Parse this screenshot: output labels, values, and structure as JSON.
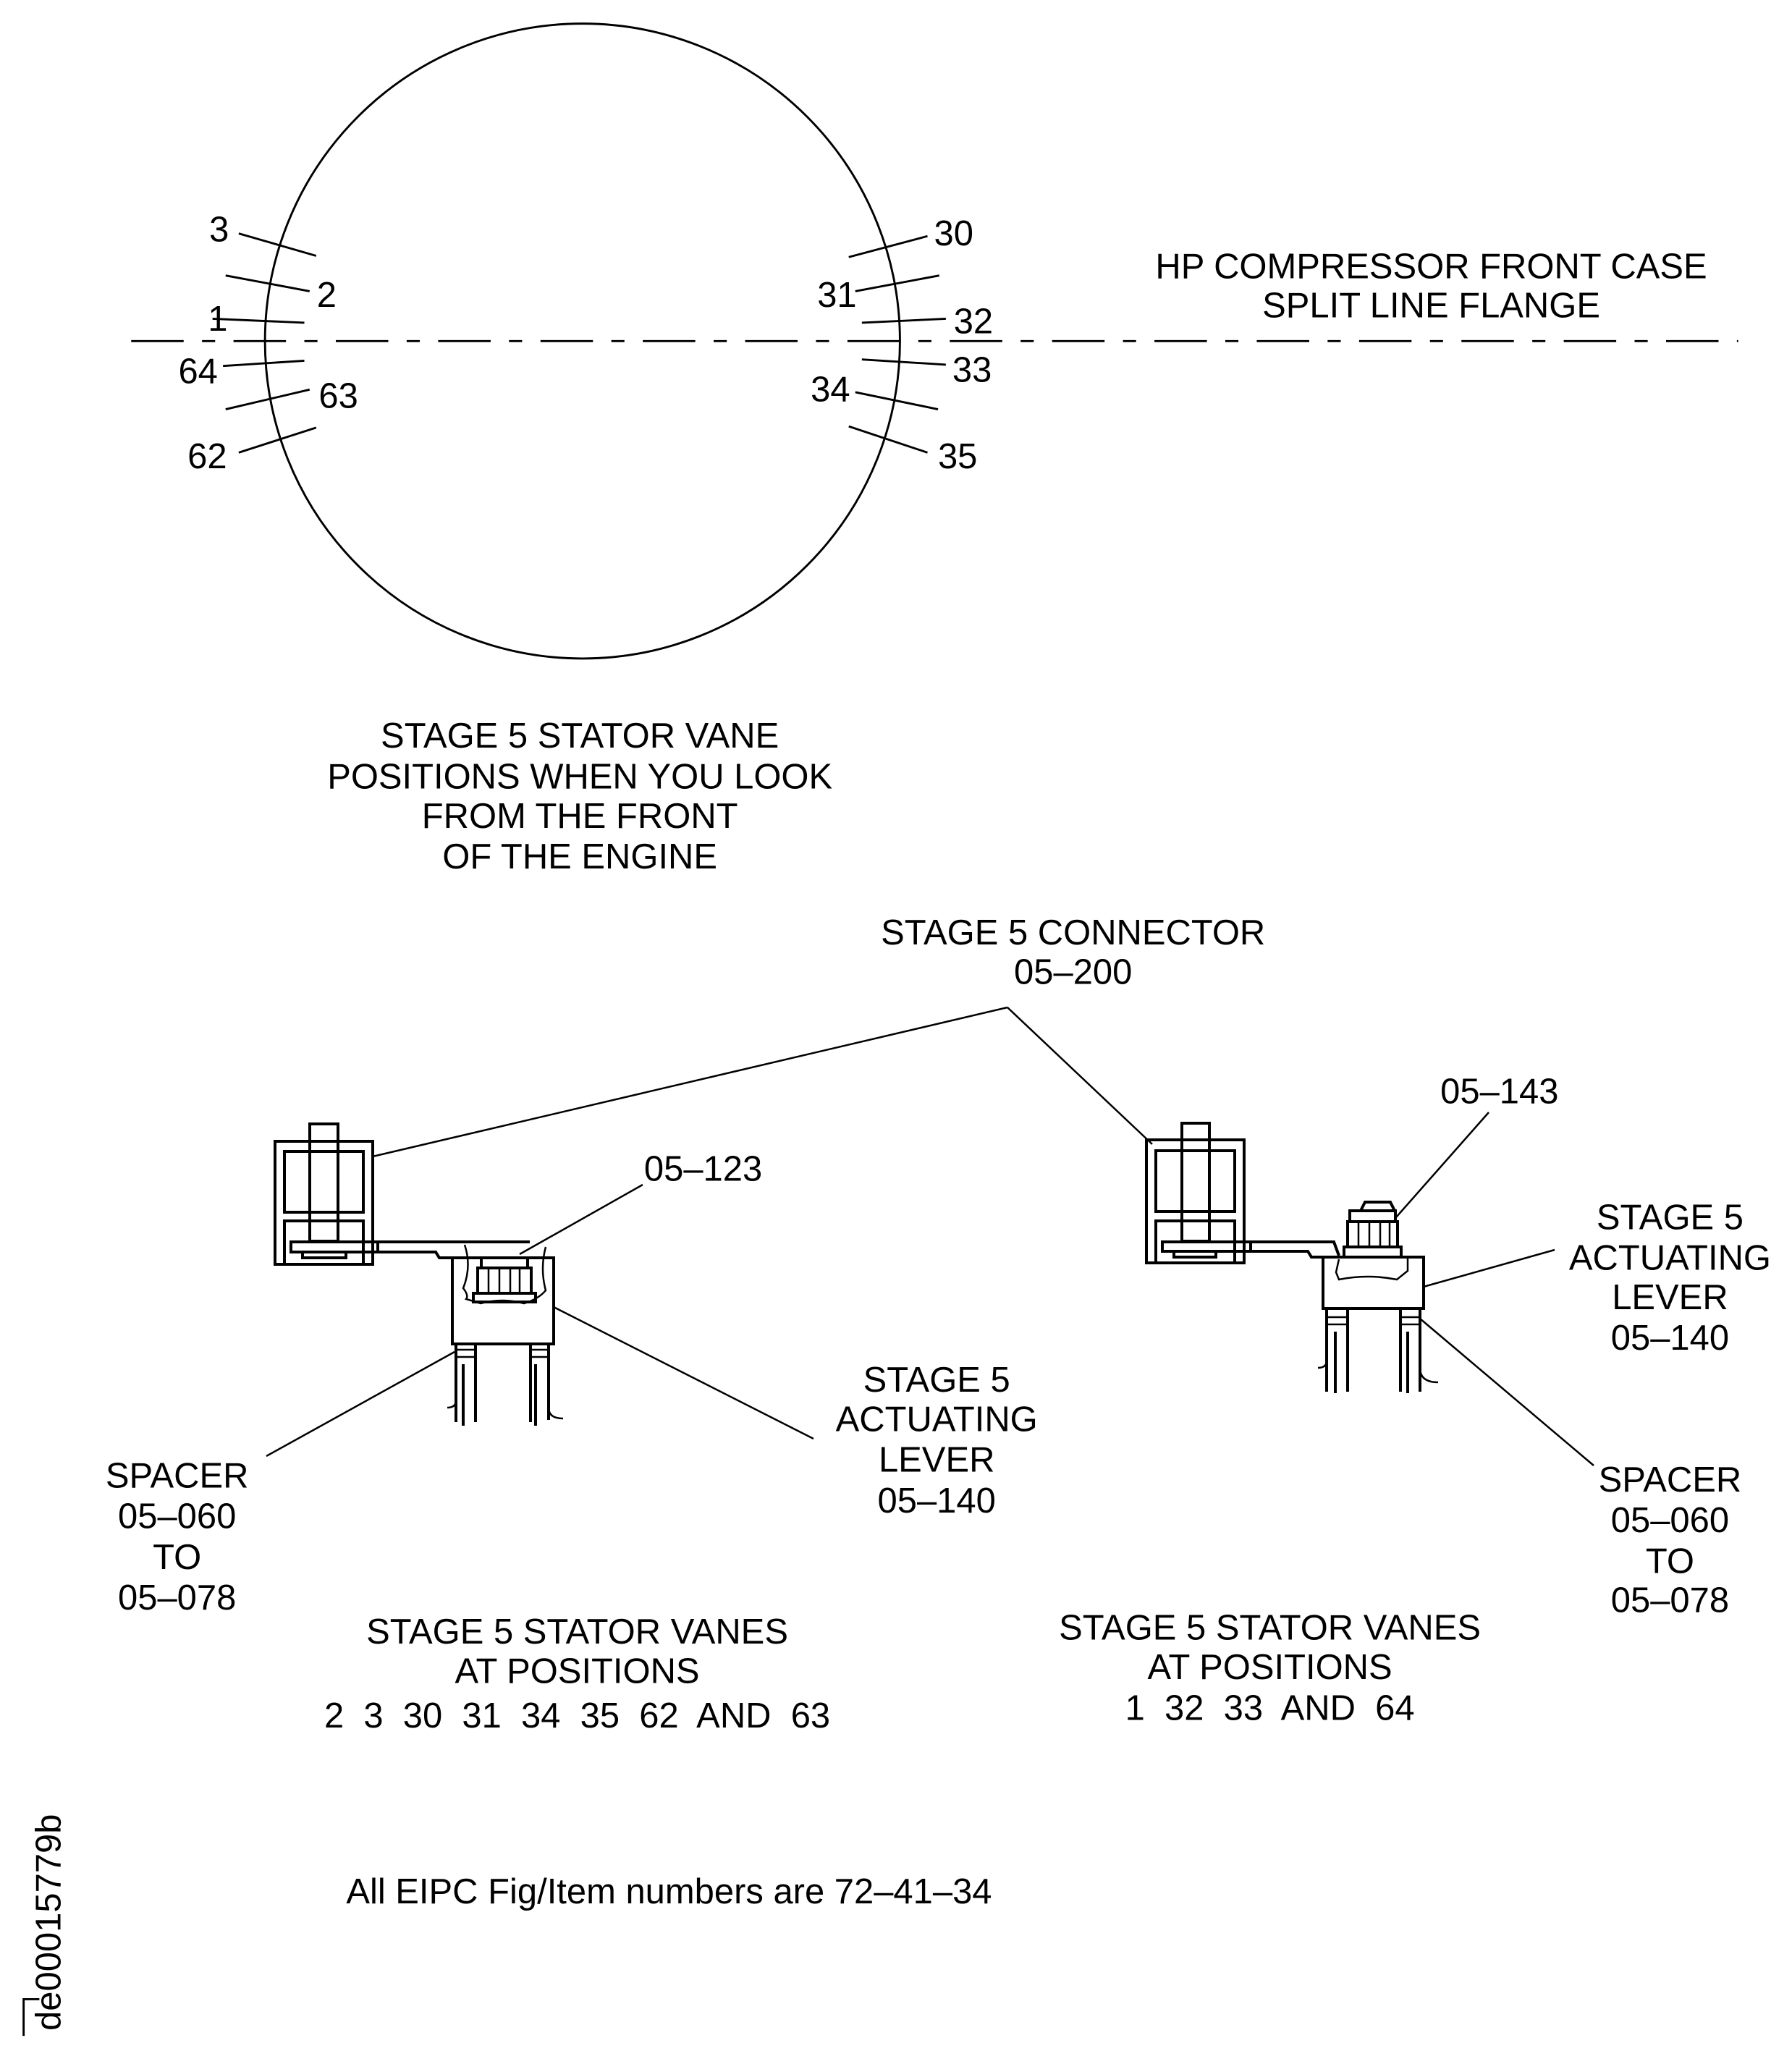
{
  "circle_view": {
    "positions_left": [
      "3",
      "2",
      "1",
      "64",
      "63",
      "62"
    ],
    "positions_right": [
      "30",
      "31",
      "32",
      "33",
      "34",
      "35"
    ],
    "flange_label": [
      "HP COMPRESSOR FRONT CASE",
      "SPLIT LINE FLANGE"
    ],
    "caption": [
      "STAGE 5 STATOR VANE",
      "POSITIONS WHEN YOU LOOK",
      "FROM THE FRONT",
      "OF THE ENGINE"
    ]
  },
  "connector": [
    "STAGE 5 CONNECTOR",
    "05–200"
  ],
  "left_detail": {
    "nut_ref": "05–123",
    "lever": [
      "STAGE 5",
      "ACTUATING",
      "LEVER",
      "05–140"
    ],
    "spacer": [
      "SPACER",
      "05–060",
      "TO",
      "05–078"
    ],
    "caption": [
      "STAGE 5 STATOR VANES",
      "AT POSITIONS",
      "2  3  30  31  34  35  62  AND  63"
    ]
  },
  "right_detail": {
    "nut_ref": "05–143",
    "lever": [
      "STAGE 5",
      "ACTUATING",
      "LEVER",
      "05–140"
    ],
    "spacer": [
      "SPACER",
      "05–060",
      "TO",
      "05–078"
    ],
    "caption": [
      "STAGE 5 STATOR VANES",
      "AT POSITIONS",
      "1  32  33  AND  64"
    ]
  },
  "footer_note": "All EIPC Fig/Item numbers are 72–41–34",
  "figure_id": "de00015779b"
}
